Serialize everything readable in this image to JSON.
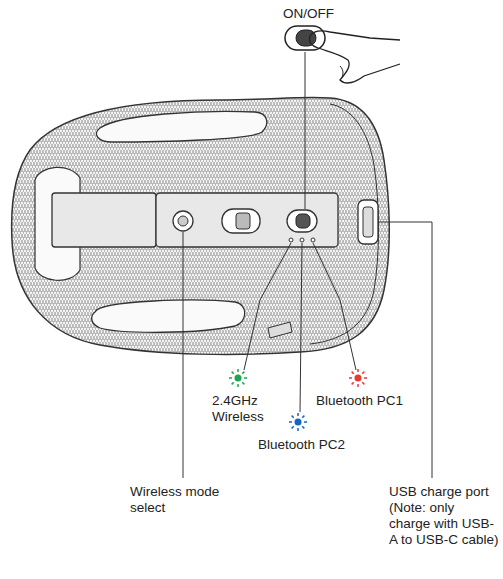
{
  "diagram": {
    "labels": [
      "ON/OFF",
      "2.4GHz Wireless",
      "Bluetooth PC1",
      "Bluetooth PC2",
      "Wireless mode select",
      "USB charge port (Note: only charge with USB-A to USB-C cable)"
    ]
  }
}
